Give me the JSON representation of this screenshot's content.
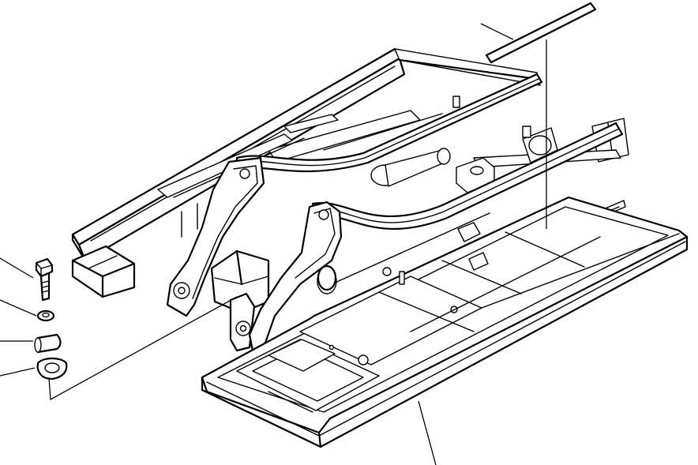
{
  "figure": {
    "background": "#ffffff",
    "line_color": "#000000"
  },
  "components": [
    {
      "name": "main-frame",
      "icon": "ladder-frame-icon"
    },
    {
      "name": "front-deck-plate",
      "icon": "deck-plate-icon"
    },
    {
      "name": "rear-bolster",
      "icon": "bolster-icon"
    },
    {
      "name": "side-rail-left",
      "icon": "rail-icon"
    },
    {
      "name": "side-rail-right",
      "icon": "rail-icon"
    },
    {
      "name": "steel-bar",
      "icon": "bar-icon"
    },
    {
      "name": "bolt",
      "icon": "bolt-icon"
    },
    {
      "name": "washer",
      "icon": "washer-icon"
    },
    {
      "name": "spacer",
      "icon": "spacer-icon"
    },
    {
      "name": "flange",
      "icon": "flange-icon"
    }
  ],
  "leader_lines": 7
}
